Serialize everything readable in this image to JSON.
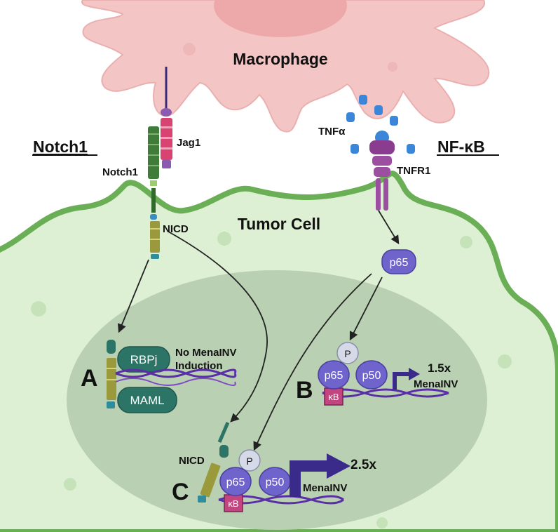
{
  "cells": {
    "macrophage": "Macrophage",
    "tumor_cell": "Tumor Cell"
  },
  "pathways": {
    "notch1": "Notch1",
    "nfkb": "NF-κB"
  },
  "labels": {
    "notch1_receptor": "Notch1",
    "jag1": "Jag1",
    "nicd_membrane": "NICD",
    "tnfa": "TNFα",
    "tnfr1": "TNFR1",
    "p65_cytoplasm": "p65",
    "nicd_nucleus": "NICD"
  },
  "panel_a": {
    "letter": "A",
    "rbpj": "RBPj",
    "maml": "MAML",
    "note_line1": "No MenaINV",
    "note_line2": "Induction"
  },
  "panel_b": {
    "letter": "B",
    "p": "P",
    "p65": "p65",
    "p50": "p50",
    "kb": "κB",
    "fold": "1.5x",
    "gene": "MenaINV"
  },
  "panel_c": {
    "letter": "C",
    "p": "P",
    "p65": "p65",
    "p50": "p50",
    "kb": "κB",
    "fold": "2.5x",
    "gene": "MenaINV"
  },
  "colors": {
    "macrophage_fill": "#f4c5c5",
    "tumor_fill": "#def0d4",
    "tumor_border": "#6aae55",
    "nucleus_fill": "#b9d0b2",
    "protein_purple": "#6f63cc",
    "teal": "#2c7465",
    "dna_purple": "#5a2ea6",
    "arrow_dark": "#3a2a8a",
    "kb_pink": "#c2457f",
    "tnf_blue": "#3b86d8"
  }
}
